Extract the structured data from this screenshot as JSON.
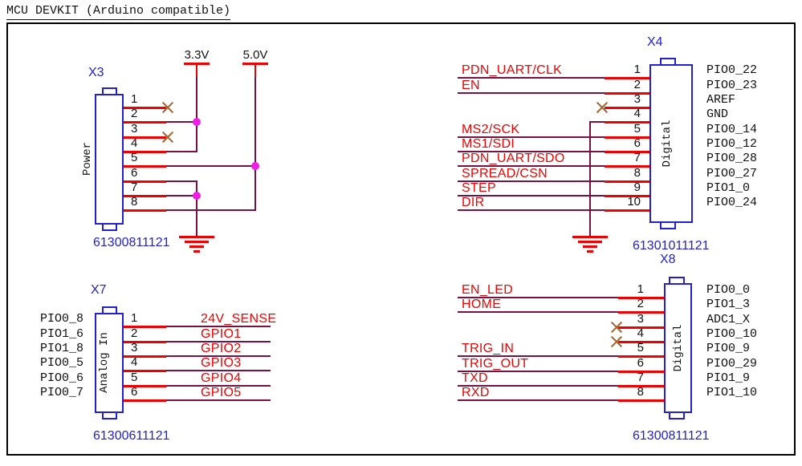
{
  "title": "MCU DEVKIT (Arduino compatible)",
  "colors": {
    "blue": "#2121d3",
    "red": "#f00000",
    "wire": "#7a1145",
    "junction": "#f01ce8",
    "noconnect": "#a4652f"
  },
  "supplies": [
    {
      "label": "3.3V"
    },
    {
      "label": "5.0V"
    }
  ],
  "connectors": [
    {
      "ref": "X3",
      "value": "61300811121",
      "body_label": "Power",
      "pins": [
        {
          "num": "1",
          "nc": true
        },
        {
          "num": "2",
          "connects_to": "3.3V"
        },
        {
          "num": "3",
          "nc": true
        },
        {
          "num": "4",
          "connects_to": "3.3V"
        },
        {
          "num": "5",
          "connects_to": "5.0V"
        },
        {
          "num": "6",
          "connects_to": "GND"
        },
        {
          "num": "7",
          "connects_to": "GND"
        },
        {
          "num": "8",
          "connects_to": "5.0V"
        }
      ]
    },
    {
      "ref": "X4",
      "value": "61301011121",
      "body_label": "Digital",
      "pins": [
        {
          "num": "1",
          "net": "PDN_UART/CLK",
          "mcu": "PIO0_22"
        },
        {
          "num": "2",
          "net": "EN",
          "mcu": "PIO0_23"
        },
        {
          "num": "3",
          "nc": true,
          "mcu": "AREF"
        },
        {
          "num": "4",
          "connects_to": "GND",
          "mcu": "GND"
        },
        {
          "num": "5",
          "net": "MS2/SCK",
          "mcu": "PIO0_14"
        },
        {
          "num": "6",
          "net": "MS1/SDI",
          "mcu": "PIO0_12"
        },
        {
          "num": "7",
          "net": "PDN_UART/SDO",
          "mcu": "PIO0_28"
        },
        {
          "num": "8",
          "net": "SPREAD/CSN",
          "mcu": "PIO0_27"
        },
        {
          "num": "9",
          "net": "STEP",
          "mcu": "PIO1_0"
        },
        {
          "num": "10",
          "net": "DIR",
          "mcu": "PIO0_24"
        }
      ]
    },
    {
      "ref": "X7",
      "value": "61300611121",
      "body_label": "Analog In",
      "pins": [
        {
          "num": "1",
          "net": "24V_SENSE",
          "mcu": "PIO0_8"
        },
        {
          "num": "2",
          "net": "GPIO1",
          "mcu": "PIO1_6"
        },
        {
          "num": "3",
          "net": "GPIO2",
          "mcu": "PIO1_8"
        },
        {
          "num": "4",
          "net": "GPIO3",
          "mcu": "PIO0_5"
        },
        {
          "num": "5",
          "net": "GPIO4",
          "mcu": "PIO0_6"
        },
        {
          "num": "6",
          "net": "GPIO5",
          "mcu": "PIO0_7"
        }
      ]
    },
    {
      "ref": "X8",
      "value": "61300811121",
      "body_label": "Digital",
      "pins": [
        {
          "num": "1",
          "net": "EN_LED",
          "mcu": "PIO0_0"
        },
        {
          "num": "2",
          "net": "HOME",
          "mcu": "PIO1_3"
        },
        {
          "num": "3",
          "nc": true,
          "mcu": "ADC1_X"
        },
        {
          "num": "4",
          "nc": true,
          "mcu": "PIO0_10"
        },
        {
          "num": "5",
          "net": "TRIG_IN",
          "mcu": "PIO0_9"
        },
        {
          "num": "6",
          "net": "TRIG_OUT",
          "mcu": "PIO0_29"
        },
        {
          "num": "7",
          "net": "TXD",
          "mcu": "PIO1_9"
        },
        {
          "num": "8",
          "net": "RXD",
          "mcu": "PIO1_10"
        }
      ]
    }
  ]
}
